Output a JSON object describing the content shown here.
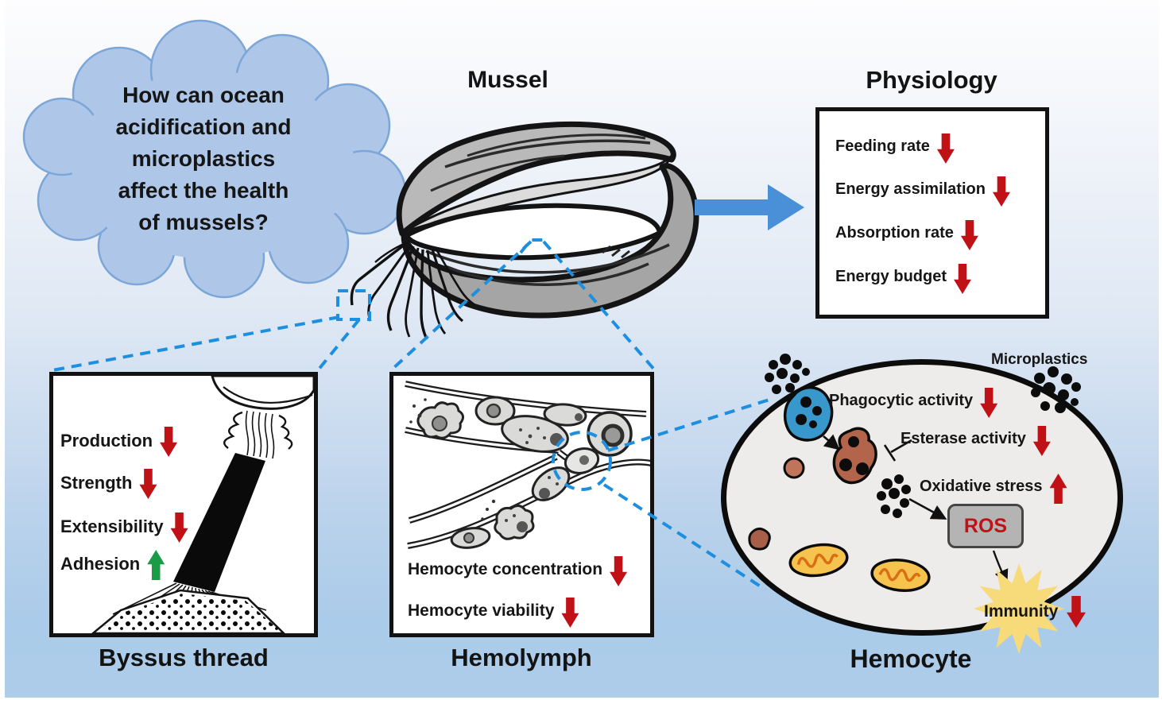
{
  "cloud": {
    "text": "How can ocean\nacidification and\nmicroplastics\naffect the health\nof mussels?"
  },
  "mussel": {
    "label": "Mussel"
  },
  "physiology": {
    "title": "Physiology",
    "items": [
      {
        "label": "Feeding rate",
        "direction": "down"
      },
      {
        "label": "Energy assimilation",
        "direction": "down"
      },
      {
        "label": "Absorption rate",
        "direction": "down"
      },
      {
        "label": "Energy budget",
        "direction": "down"
      }
    ]
  },
  "byssus": {
    "title": "Byssus thread",
    "items": [
      {
        "label": "Production",
        "direction": "down"
      },
      {
        "label": "Strength",
        "direction": "down"
      },
      {
        "label": "Extensibility",
        "direction": "down"
      },
      {
        "label": "Adhesion",
        "direction": "up"
      }
    ]
  },
  "hemolymph": {
    "title": "Hemolymph",
    "items": [
      {
        "label": "Hemocyte concentration",
        "direction": "down"
      },
      {
        "label": "Hemocyte viability",
        "direction": "down"
      }
    ]
  },
  "hemocyte": {
    "title": "Hemocyte",
    "microplastics_label": "Microplastics",
    "ros_label": "ROS",
    "items": [
      {
        "label": "Phagocytic activity",
        "direction": "down"
      },
      {
        "label": "Esterase activity",
        "direction": "down"
      },
      {
        "label": "Oxidative stress",
        "direction": "up"
      },
      {
        "label": "Immunity",
        "direction": "down"
      }
    ]
  },
  "colors": {
    "decrease_arrow": "#bf1116",
    "increase_arrow": "#1a9c46",
    "dashed_connector": "#1e8fdf",
    "flow_arrow": "#4a90d9",
    "cloud_fill": "#aec7e8",
    "panel_border": "#121212",
    "hemocyte_fill": "#edecea",
    "ros_fill": "#b4b4b4",
    "ros_text": "#bf1116",
    "immunity_star": "#f7da79",
    "blue_cell": "#3898cb",
    "brown_cell": "#b2654a",
    "mitochondria": "#f6c44e"
  }
}
